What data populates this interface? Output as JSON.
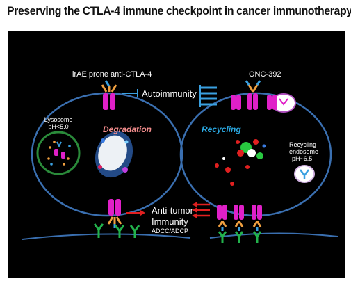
{
  "title": "Preserving the CTLA-4 immune checkpoint in cancer immunotherapy",
  "labels": {
    "left_drug": "irAE prone anti-CTLA-4",
    "right_drug": "ONC-392",
    "autoimmunity": "Autoimmunity",
    "lysosome": "Lysosome",
    "lysosome_ph": "pH<5.0",
    "degradation": "Degradation",
    "recycling": "Recycling",
    "recycling_endosome_line1": "Recycling",
    "recycling_endosome_line2": "endosome",
    "recycling_endosome_ph": "pH~6.5",
    "anti_tumor": "Anti-tumor",
    "immunity": "Immunity",
    "adcc": "ADCC/ADCP"
  },
  "colors": {
    "degradation": "#f28c8c",
    "recycling": "#2aa7e0",
    "ctla4": "#e020c8",
    "antibody_orange": "#f0a040",
    "antibody_blue": "#3aa0e0",
    "fc_receptor": "#22b24c",
    "arrow_red": "#e02020"
  }
}
